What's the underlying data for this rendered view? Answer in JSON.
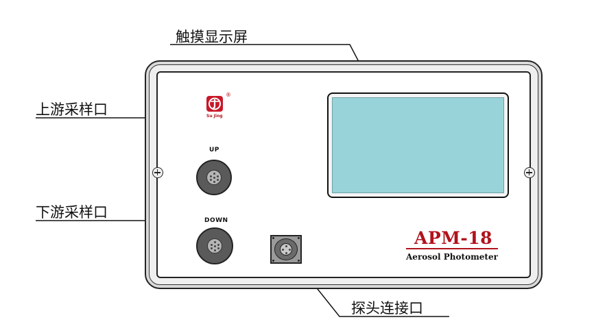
{
  "callouts": {
    "touchscreen": "触摸显示屏",
    "upstream_port": "上游采样口",
    "downstream_port": "下游采样口",
    "probe_port": "探头连接口"
  },
  "device": {
    "model": "APM-18",
    "model_subtitle": "Aerosol Photometer",
    "port_up_label": "UP",
    "port_down_label": "DOWN",
    "logo_text": "Su  Jing",
    "registered_symbol": "®",
    "brand_color": "#c8182a",
    "screen_color": "#98d3d9"
  }
}
